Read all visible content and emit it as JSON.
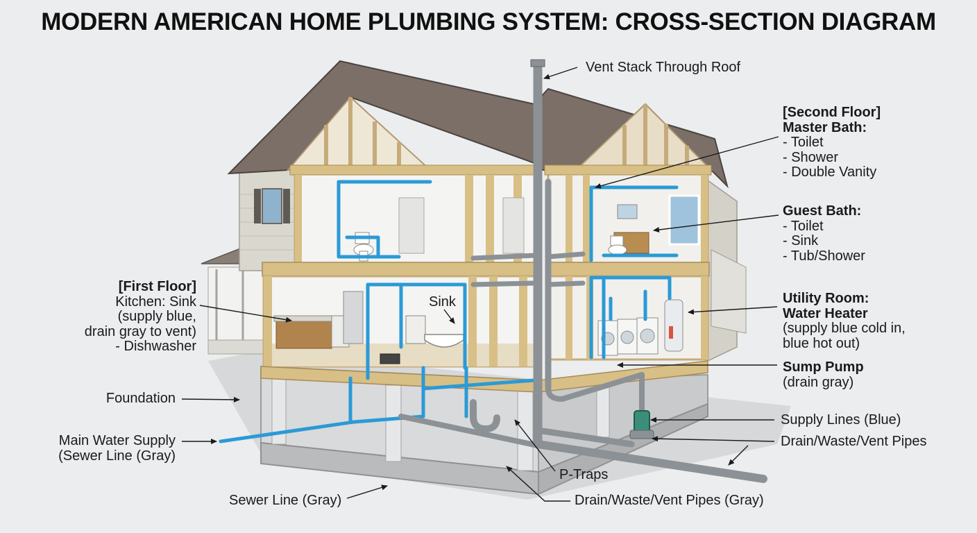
{
  "title": "MODERN AMERICAN HOME PLUMBING SYSTEM: CROSS-SECTION DIAGRAM",
  "colors": {
    "supply": "#2b9ad6",
    "drain": "#8c9196",
    "roof": "#7a6e66",
    "framing": "#d8bf86",
    "background": "#ecedee"
  },
  "labels": {
    "vent_stack": "Vent Stack Through Roof",
    "second_floor": {
      "heading": "[Second Floor]",
      "master_bath": "Master Bath:",
      "master_items": [
        "- Toilet",
        "- Shower",
        "- Double Vanity"
      ],
      "guest_bath": "Guest Bath:",
      "guest_items": [
        "- Toilet",
        "- Sink",
        "- Tub/Shower"
      ]
    },
    "utility": {
      "heading1": "Utility Room:",
      "heading2": "Water Heater",
      "line1": "(supply blue cold in,",
      "line2": "blue hot out)"
    },
    "sump": {
      "heading": "Sump Pump",
      "line": "(drain gray)"
    },
    "supply_lines": "Supply Lines (Blue)",
    "dwv_right": "Drain/Waste/Vent Pipes",
    "first_floor": {
      "heading": "[First Floor]",
      "lines": [
        "Kitchen: Sink",
        "(supply blue,",
        "drain gray to vent)",
        "- Dishwasher"
      ]
    },
    "sink": "Sink",
    "foundation": "Foundation",
    "main_supply": {
      "line1": "Main Water Supply",
      "line2": "(Sewer Line (Gray)"
    },
    "p_traps": "P-Traps",
    "sewer_line": "Sewer Line (Gray)",
    "dwv_gray": "Drain/Waste/Vent Pipes (Gray)"
  }
}
